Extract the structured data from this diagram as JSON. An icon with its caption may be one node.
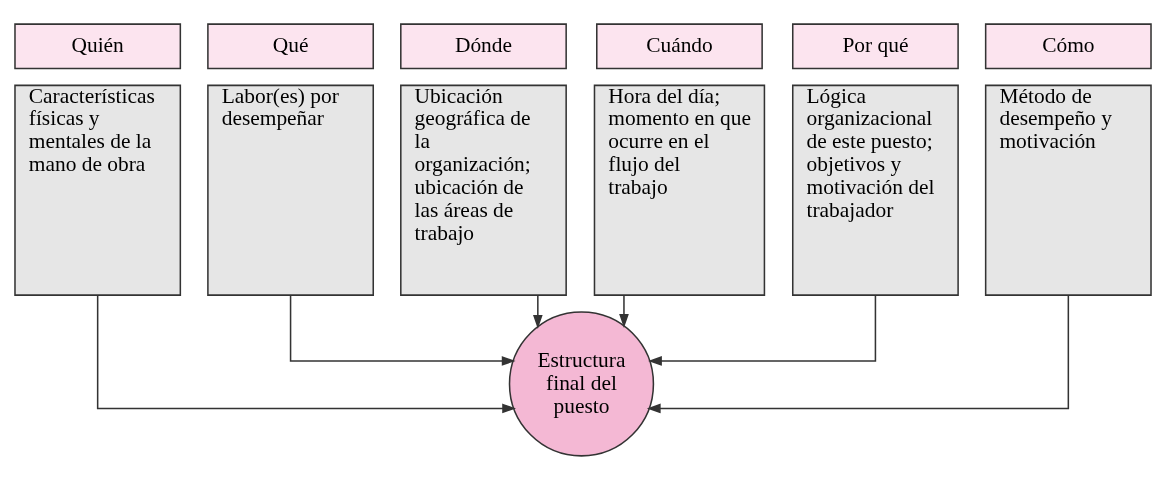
{
  "diagram": {
    "nodes": [
      {
        "text": [
          "Quién"
        ]
      },
      {
        "text": [
          "Qué"
        ]
      },
      {
        "text": [
          "Dónde"
        ]
      },
      {
        "text": [
          "Cuándo"
        ]
      },
      {
        "text": [
          "Por qué"
        ]
      },
      {
        "text": [
          "Cómo"
        ]
      },
      {
        "text": [
          "Características físicas y mentales de la mano de obra"
        ]
      },
      {
        "text": [
          "Labor(es) por desempeñar"
        ]
      },
      {
        "text": [
          "Ubicación geográfica de la organización; ubicación de las áreas de trabajo"
        ]
      },
      {
        "text": [
          "Hora del día; momento en que ocurre en el flujo del trabajo"
        ]
      },
      {
        "text": [
          "Lógica organizacional de este puesto; objetivos y motivación del trabajador"
        ]
      },
      {
        "text": [
          "Método de desempeño y motivación"
        ]
      },
      {
        "text": [
          "Estructura final del puesto"
        ]
      }
    ],
    "edges": [
      {
        "from": 6,
        "to": 12,
        "arrow": "to"
      },
      {
        "from": 7,
        "to": 12,
        "arrow": "to"
      },
      {
        "from": 8,
        "to": 12,
        "arrow": "to"
      },
      {
        "from": 9,
        "to": 12,
        "arrow": "to"
      },
      {
        "from": 10,
        "to": 12,
        "arrow": "to"
      },
      {
        "from": 11,
        "to": 12,
        "arrow": "to"
      }
    ]
  }
}
